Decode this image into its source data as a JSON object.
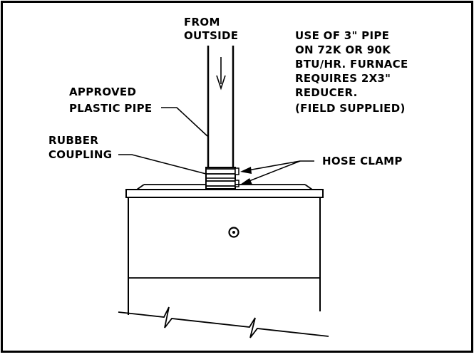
{
  "diagram": {
    "from_outside_line1": "FROM",
    "from_outside_line2": "OUTSIDE",
    "note_lines": [
      "USE OF 3\" PIPE",
      "ON 72K OR 90K",
      "BTU/HR. FURNACE",
      "REQUIRES 2X3\"",
      "REDUCER.",
      "(FIELD SUPPLIED)"
    ],
    "approved_line1": "APPROVED",
    "approved_line2": "PLASTIC PIPE",
    "rubber_line1": "RUBBER",
    "rubber_line2": "COUPLING",
    "hose_clamp": "HOSE CLAMP"
  }
}
